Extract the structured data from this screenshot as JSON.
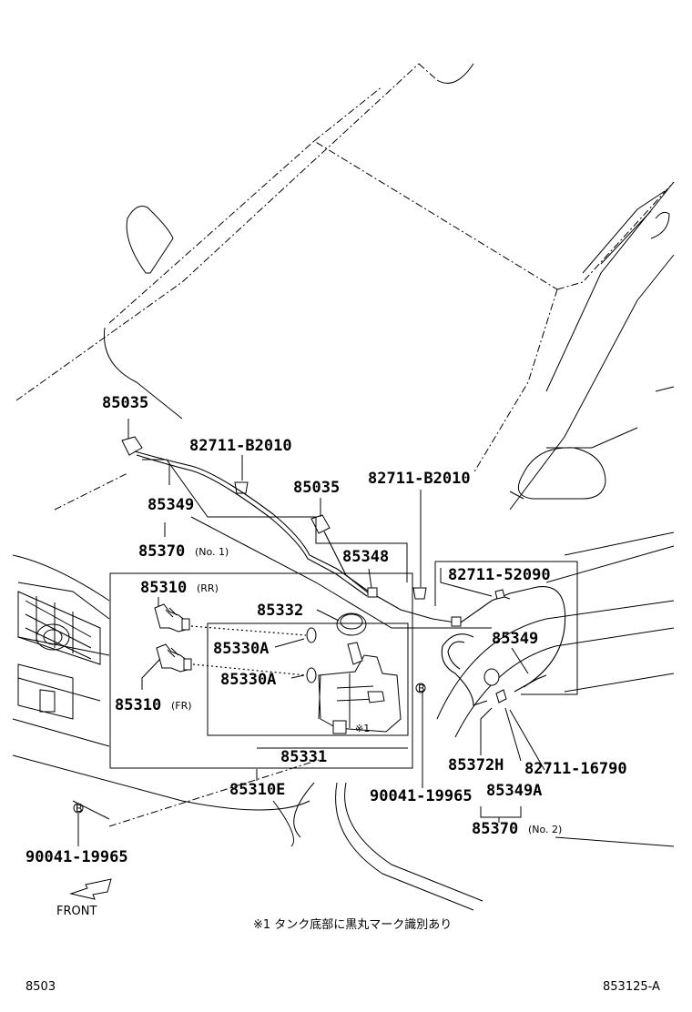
{
  "labels": {
    "p85035_left": "85035",
    "p82711_b2010_top": "82711-B2010",
    "p85035_mid": "85035",
    "p85349_top": "85349",
    "p85370_no1": "85370",
    "p85370_no1_sub": "(No. 1)",
    "p82711_b2010_mid": "82711-B2010",
    "p85348": "85348",
    "p82711_52090": "82711-52090",
    "p85310_rr": "85310",
    "p85310_rr_sub": "(RR)",
    "p85332": "85332",
    "p85330a_1": "85330A",
    "p85330a_2": "85330A",
    "p85310_fr": "85310",
    "p85310_fr_sub": "(FR)",
    "p85349_right": "85349",
    "p85331": "85331",
    "p85310e": "85310E",
    "p85372h": "85372H",
    "p82711_16790": "82711-16790",
    "p90041_right": "90041-19965",
    "p85349a": "85349A",
    "p85370_no2": "85370",
    "p85370_no2_sub": "(No. 2)",
    "p90041_left": "90041-19965",
    "marker_b": "B",
    "note1_mark": "※1",
    "front": "FRONT"
  },
  "footnote": "※1 タンク底部に黒丸マーク識別あり",
  "footer": {
    "left": "8503",
    "right": "853125-A"
  }
}
